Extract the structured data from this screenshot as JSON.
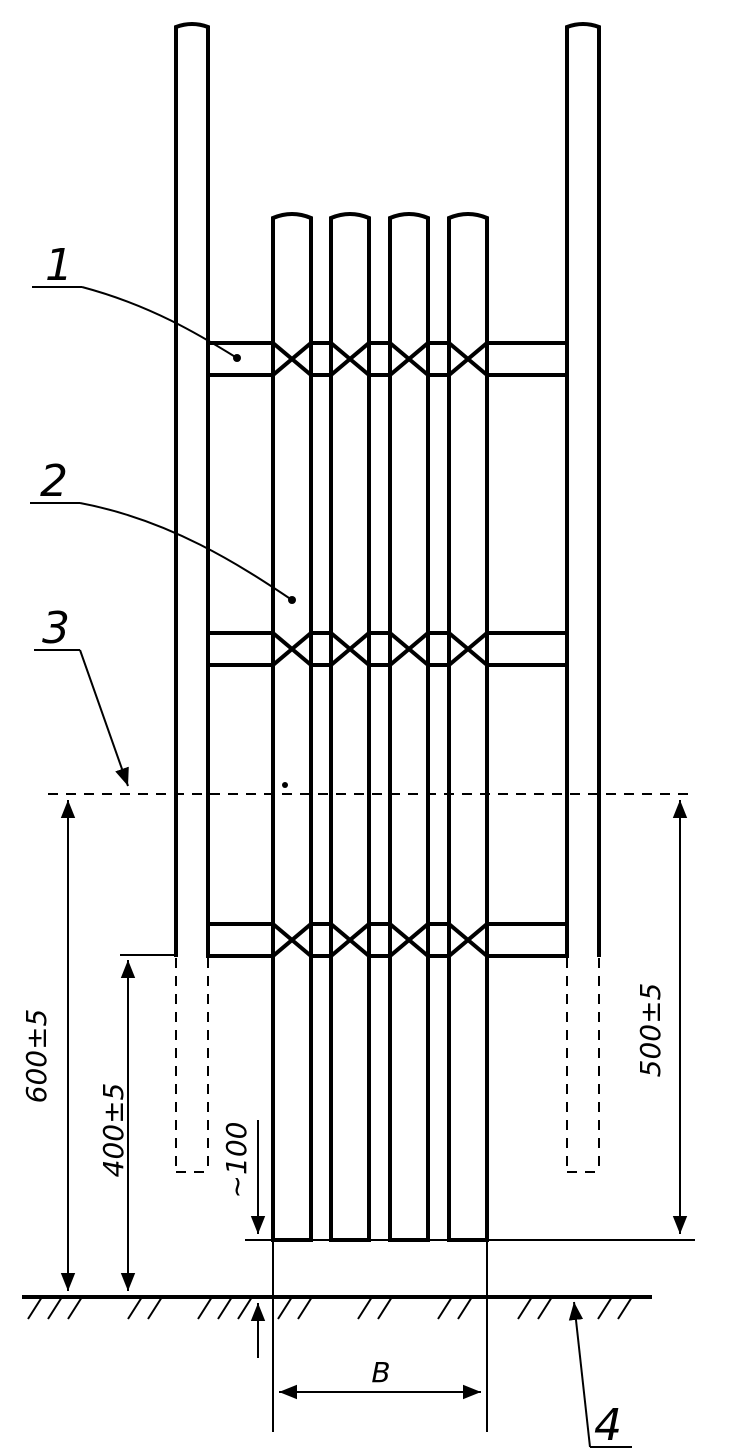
{
  "callouts": {
    "part1": "1",
    "part2": "2",
    "part3": "3",
    "part4": "4"
  },
  "dimensions": {
    "overall_height": "600±5",
    "lower_height": "400±5",
    "right_height": "500±5",
    "gap": "~100",
    "width": "B"
  },
  "colors": {
    "line": "#000000",
    "background": "#ffffff"
  }
}
